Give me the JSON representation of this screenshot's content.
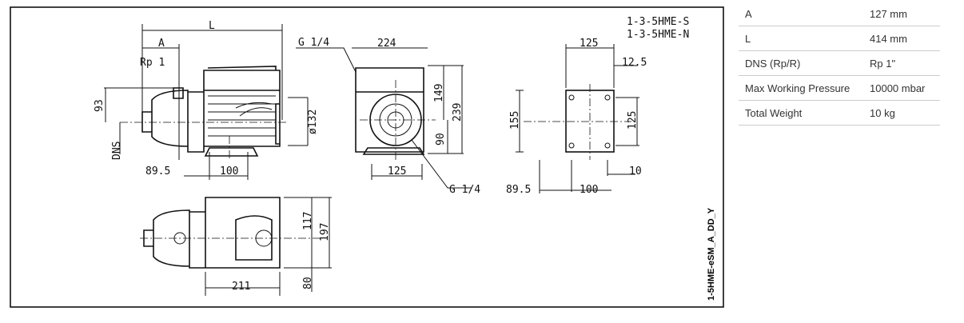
{
  "drawing": {
    "model_labels": [
      "1-3-5HME-S",
      "1-3-5HME-N"
    ],
    "drawing_code": "1-5HME-eSM_A_DD_Y",
    "side_view": {
      "L": "L",
      "A": "A",
      "rp": "Rp 1",
      "h93": "93",
      "dns": "DNS",
      "d89": "89.5",
      "d100": "100",
      "d132": "ø132"
    },
    "front_view": {
      "g14_top": "G 1/4",
      "w224": "224",
      "h149": "149",
      "h239": "239",
      "h90": "90",
      "w125": "125",
      "g14_bottom": "G 1/4"
    },
    "base_view": {
      "w125": "125",
      "e125": "12.5",
      "h155": "155",
      "h125": "125",
      "d89": "89.5",
      "d100": "100",
      "e10": "10"
    },
    "top_view": {
      "h117": "117",
      "h197": "197",
      "h80": "80",
      "w211": "211"
    }
  },
  "specs": [
    {
      "label": "A",
      "value": "127 mm"
    },
    {
      "label": "L",
      "value": "414 mm"
    },
    {
      "label": "DNS (Rp/R)",
      "value": "Rp 1\""
    },
    {
      "label": "Max Working Pressure",
      "value": "10000 mbar"
    },
    {
      "label": "Total Weight",
      "value": "10 kg"
    }
  ]
}
